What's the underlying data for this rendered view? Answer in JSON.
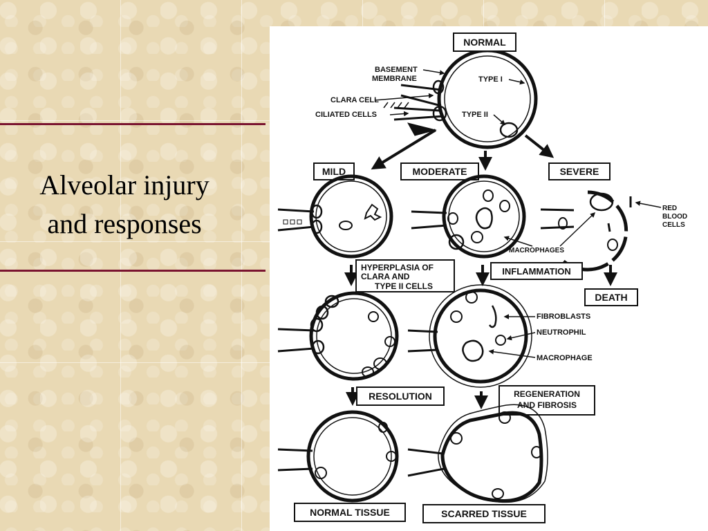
{
  "slide": {
    "title_line1": "Alveolar injury",
    "title_line2": "and responses",
    "accent_color": "#7a1430"
  },
  "diagram": {
    "boxes": {
      "normal": "NORMAL",
      "mild": "MILD",
      "moderate": "MODERATE",
      "severe": "SEVERE",
      "hyperplasia_1": "HYPERPLASIA OF",
      "hyperplasia_2": "CLARA AND",
      "hyperplasia_3": "TYPE II CELLS",
      "inflammation": "INFLAMMATION",
      "death": "DEATH",
      "resolution": "RESOLUTION",
      "regeneration_1": "REGENERATION",
      "regeneration_2": "AND FIBROSIS",
      "normal_tissue": "NORMAL TISSUE",
      "scarred_tissue": "SCARRED TISSUE"
    },
    "labels": {
      "basement_1": "BASEMENT",
      "basement_2": "MEMBRANE",
      "clara_cell": "CLARA CELL",
      "ciliated_cells": "CILIATED CELLS",
      "type_1": "TYPE I",
      "type_2": "TYPE II",
      "macrophages": "MACROPHAGES",
      "red_1": "RED",
      "red_2": "BLOOD",
      "red_3": "CELLS",
      "fibroblasts": "FIBROBLASTS",
      "neutrophil": "NEUTROPHIL",
      "macrophage": "MACROPHAGE"
    }
  }
}
